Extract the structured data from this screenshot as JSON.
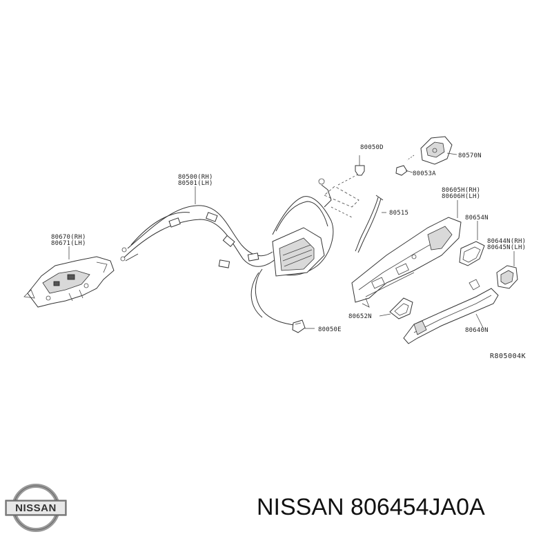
{
  "parts": {
    "p80050d": "80050D",
    "p80570n": "80570N",
    "p80053a": "80053A",
    "p80500_rh": "80500(RH)",
    "p80501_lh": "80501(LH)",
    "p80515": "80515",
    "p80605h_rh": "80605H(RH)",
    "p80606h_lh": "80606H(LH)",
    "p80654n": "80654N",
    "p80670_rh": "80670(RH)",
    "p80671_lh": "80671(LH)",
    "p80644n_rh": "80644N(RH)",
    "p80645n_lh": "80645N(LH)",
    "p80652n": "80652N",
    "p80640n": "80640N",
    "p80050e": "80050E"
  },
  "diagram_ref": "R805004K",
  "logo": {
    "text": "NISSAN",
    "colors": {
      "chrome": "#9a9a9a",
      "dark": "#333333"
    }
  },
  "caption": {
    "brand": "NISSAN",
    "part_number": "806454JA0A"
  }
}
